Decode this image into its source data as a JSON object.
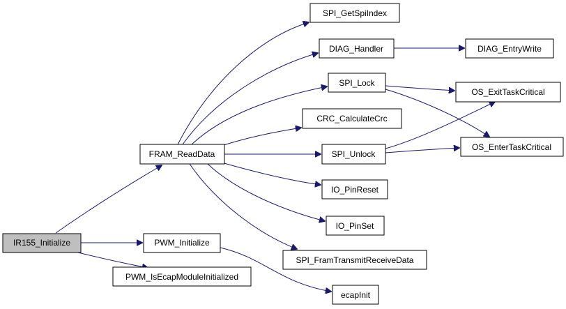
{
  "colors": {
    "edge": "#191970",
    "node_border": "#000000",
    "root_fill": "#bfbfbf",
    "node_fill": "#ffffff"
  },
  "nodes": {
    "ir155_initialize": "IR155_Initialize",
    "fram_readdata": "FRAM_ReadData",
    "pwm_initialize": "PWM_Initialize",
    "pwm_isecapmoduleinitialized": "PWM_IsEcapModuleInitialized",
    "spi_getspiindex": "SPI_GetSpiIndex",
    "diag_handler": "DIAG_Handler",
    "diag_entrywrite": "DIAG_EntryWrite",
    "spi_lock": "SPI_Lock",
    "os_exittaskcritical": "OS_ExitTaskCritical",
    "crc_calculatecrc": "CRC_CalculateCrc",
    "spi_unlock": "SPI_Unlock",
    "os_entertaskcritical": "OS_EnterTaskCritical",
    "io_pinreset": "IO_PinReset",
    "io_pinset": "IO_PinSet",
    "spi_framtransmitreceivedata": "SPI_FramTransmitReceiveData",
    "ecapinit": "ecapInit"
  },
  "edges": [
    [
      "ir155_initialize",
      "fram_readdata"
    ],
    [
      "ir155_initialize",
      "pwm_initialize"
    ],
    [
      "ir155_initialize",
      "pwm_isecapmoduleinitialized"
    ],
    [
      "fram_readdata",
      "spi_getspiindex"
    ],
    [
      "fram_readdata",
      "diag_handler"
    ],
    [
      "fram_readdata",
      "spi_lock"
    ],
    [
      "fram_readdata",
      "crc_calculatecrc"
    ],
    [
      "fram_readdata",
      "spi_unlock"
    ],
    [
      "fram_readdata",
      "io_pinreset"
    ],
    [
      "fram_readdata",
      "io_pinset"
    ],
    [
      "fram_readdata",
      "spi_framtransmitreceivedata"
    ],
    [
      "diag_handler",
      "diag_entrywrite"
    ],
    [
      "spi_lock",
      "os_exittaskcritical"
    ],
    [
      "spi_lock",
      "os_entertaskcritical"
    ],
    [
      "spi_unlock",
      "os_exittaskcritical"
    ],
    [
      "spi_unlock",
      "os_entertaskcritical"
    ],
    [
      "pwm_initialize",
      "ecapinit"
    ]
  ]
}
